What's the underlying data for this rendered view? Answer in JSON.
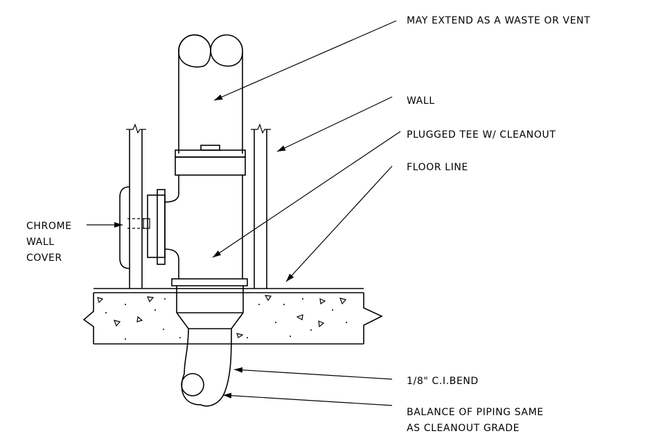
{
  "diagram": {
    "labels": {
      "may_extend": "MAY EXTEND AS A WASTE OR VENT",
      "wall": "WALL",
      "plugged_tee": "PLUGGED TEE W/ CLEANOUT",
      "floor_line": "FLOOR LINE",
      "chrome_line1": "CHROME",
      "chrome_line2": "WALL",
      "chrome_line3": "COVER",
      "bend": "1/8\" C.I.BEND",
      "balance_line1": "BALANCE OF PIPING SAME",
      "balance_line2": "AS CLEANOUT GRADE"
    }
  }
}
